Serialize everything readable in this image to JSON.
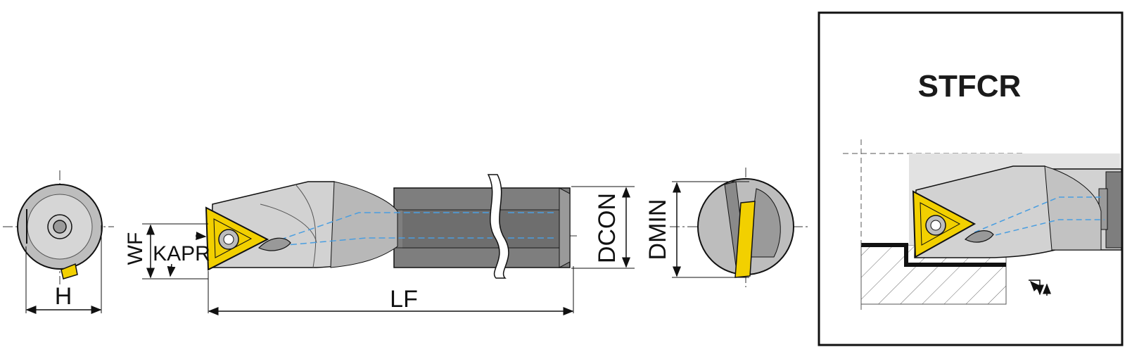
{
  "labels": {
    "h": "H",
    "lf": "LF",
    "wf": "WF",
    "kapr": "KAPR",
    "dcon": "DCON",
    "dmin": "DMIN",
    "title": "STFCR"
  },
  "colors": {
    "insert": "#f2d000",
    "body_light": "#d2d2d2",
    "body_mid": "#b4b4b4",
    "body_dark": "#7e7e7e",
    "centerline": "#4a9ee0",
    "outline": "#111111"
  }
}
